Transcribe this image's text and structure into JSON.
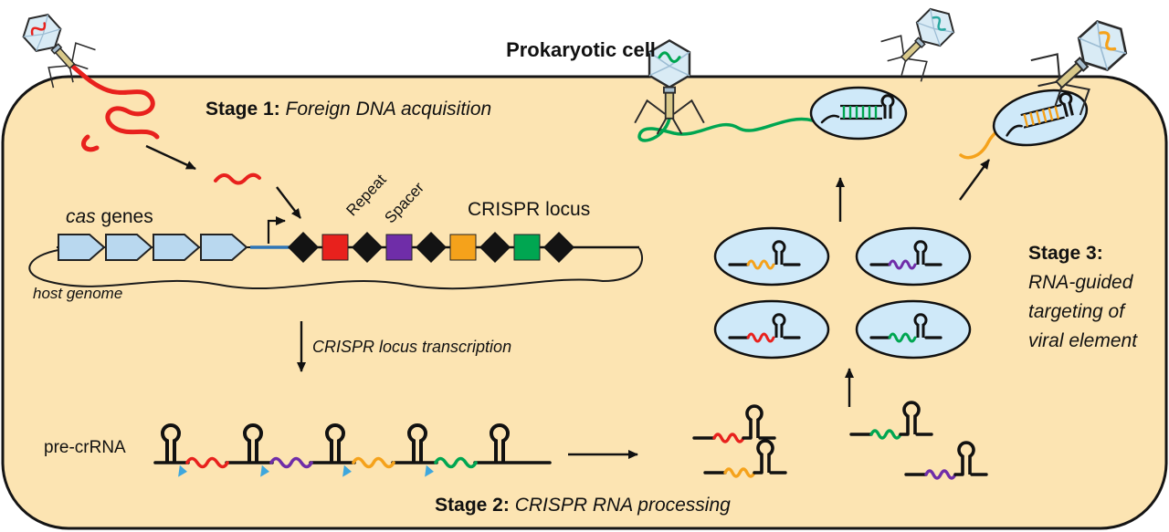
{
  "title": "Prokaryotic cell",
  "stage1": {
    "label": "Stage 1:",
    "title": " Foreign DNA acquisition"
  },
  "stage2": {
    "label": "Stage 2:",
    "title": " CRISPR RNA processing"
  },
  "stage3": {
    "label": "Stage 3:",
    "lines": [
      "RNA-guided",
      "targeting of",
      "viral element"
    ]
  },
  "labels": {
    "cas_genes_italic": "cas",
    "cas_genes_rest": " genes",
    "repeat": "Repeat",
    "spacer": "Spacer",
    "crispr_locus": "CRISPR locus",
    "host_genome": "host genome",
    "transcription": "CRISPR locus transcription",
    "pre_crRNA": "pre-crRNA"
  },
  "colors": {
    "cell_fill": "#fce4b2",
    "gene_fill": "#b9d8ef",
    "repeat_diamond": "#131313",
    "spacer_red": "#e8211d",
    "spacer_purple": "#6f2da8",
    "spacer_orange": "#f5a21b",
    "spacer_green": "#00a651",
    "ellipse_fill": "#cfe9f9",
    "leader_blue": "#2e75b6",
    "cut_site_blue": "#3ea7dd",
    "phage_head_fill": "#d9ebf5",
    "phage_tail_fill": "#d9c98a",
    "phage_teal": "#2aa8a0"
  }
}
